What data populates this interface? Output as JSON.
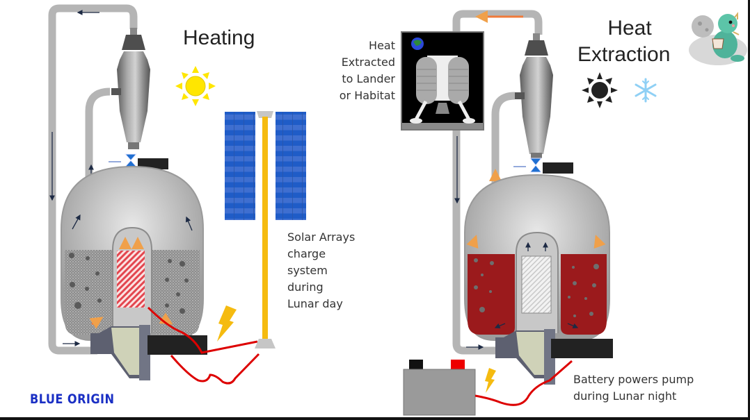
{
  "diagram": {
    "brand": "BLUE ORIGIN",
    "panels": [
      {
        "id": "heating",
        "title": "Heating",
        "weather_icons": [
          "sun-icon"
        ],
        "annotation": [
          "Solar Arrays",
          "charge",
          "system",
          "during",
          "Lunar day"
        ],
        "components": [
          "solar-array",
          "cyclone-separator",
          "thermal-storage-tank",
          "electric-heater",
          "circulation-pump",
          "power-cable",
          "lightning-icon"
        ],
        "colors": {
          "regolith": "#8c8c8c",
          "heater": "#e8505a",
          "sun": "#ffe600",
          "solar_panel": "#2a62c9",
          "mast": "#f5bb10"
        }
      },
      {
        "id": "heat-extraction",
        "title_lines": [
          "Heat",
          "Extraction"
        ],
        "weather_icons": [
          "dark-sun-icon",
          "snowflake-icon"
        ],
        "lander_label": [
          "Heat",
          "Extracted",
          "to Lander",
          "or Habitat"
        ],
        "annotation": [
          "Battery powers pump",
          "during Lunar night"
        ],
        "components": [
          "lander-habitat",
          "cyclone-separator",
          "thermal-storage-tank",
          "heat-exchanger-core",
          "circulation-pump",
          "battery",
          "power-cable",
          "lightning-icon"
        ],
        "colors": {
          "hot_regolith": "#9b1a1c",
          "snowflake": "#8fd0f5",
          "battery": "#9a9a9a"
        }
      }
    ],
    "mascot": "dinosaur-with-cup-on-moon"
  }
}
